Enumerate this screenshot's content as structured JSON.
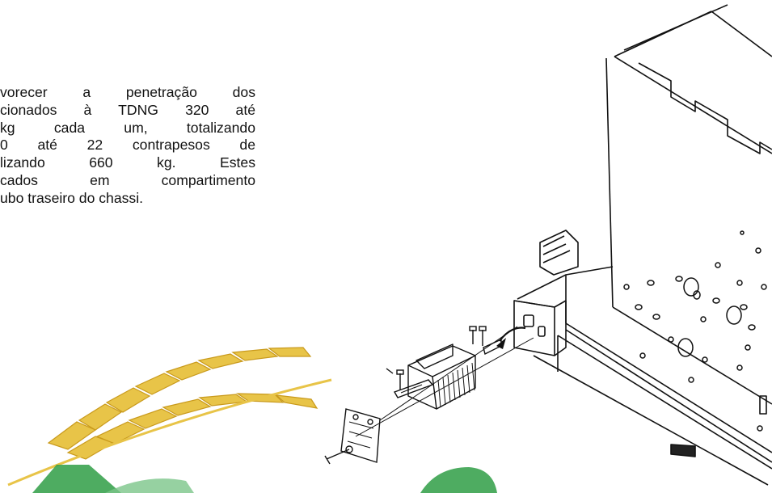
{
  "document": {
    "paragraph_lines": [
      "vorecer a penetração dos",
      "cionados à TDNG 320  até",
      "kg cada um, totalizando",
      "0 até 22 contrapesos de",
      "lizando  660  kg.  Estes",
      "cados  em  compartimento",
      "ubo traseiro do chassi."
    ]
  },
  "colors": {
    "ink": "#111111",
    "logo_gold": "#e8c448",
    "logo_gold_dark": "#c99a1c",
    "logo_green": "#2f9e45",
    "logo_green_light": "#7cc58a"
  }
}
